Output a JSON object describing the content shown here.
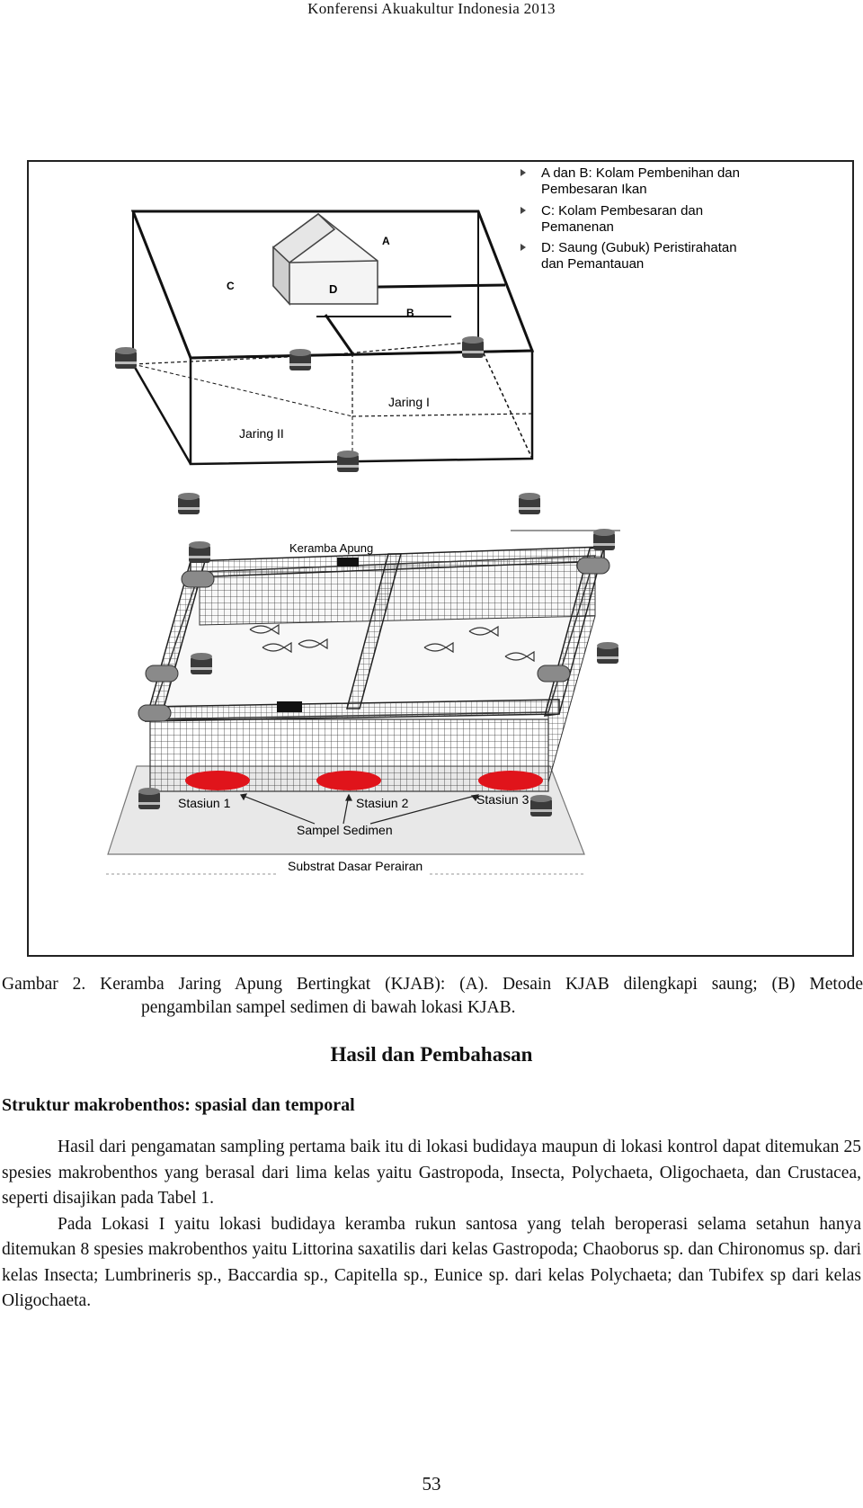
{
  "header": {
    "running_title": "Konferensi Akuakultur Indonesia 2013"
  },
  "figure": {
    "legend": [
      {
        "line1": "A dan B: Kolam Pembenihan dan",
        "line2": "Pembesaran Ikan"
      },
      {
        "line1": "C: Kolam Pembesaran dan",
        "line2": "Pemanenan"
      },
      {
        "line1": "D: Saung (Gubuk) Peristirahatan",
        "line2": "dan Pemantauan"
      }
    ],
    "labels": {
      "a": "A",
      "b": "B",
      "c": "C",
      "d": "D",
      "jaring_1": "Jaring I",
      "jaring_2": "Jaring II",
      "keramba_apung": "Keramba Apung",
      "stasiun_1": "Stasiun 1",
      "stasiun_2": "Stasiun 2",
      "stasiun_3": "Stasiun 3",
      "sampel_sedimen": "Sampel Sedimen",
      "substrat": "Substrat Dasar Perairan"
    },
    "colors": {
      "station_marker": "#e0141b"
    }
  },
  "caption": {
    "line1": "Gambar 2. Keramba Jaring Apung Bertingkat (KJAB): (A). Desain KJAB dilengkapi saung; (B) Metode",
    "line2": "pengambilan sampel sedimen di bawah lokasi KJAB."
  },
  "section_title": "Hasil dan Pembahasan",
  "subsection_title": "Struktur makrobenthos: spasial dan temporal",
  "paragraphs": [
    "Hasil dari pengamatan sampling pertama baik itu di lokasi budidaya maupun di lokasi kontrol dapat ditemukan 25 spesies makrobenthos yang berasal dari lima kelas yaitu Gastropoda, Insecta, Polychaeta, Oligochaeta, dan Crustacea, seperti disajikan pada Tabel 1.",
    "Pada Lokasi I yaitu lokasi budidaya keramba rukun santosa yang telah beroperasi selama setahun hanya ditemukan 8 spesies makrobenthos yaitu Littorina saxatilis dari kelas Gastropoda; Chaoborus sp. dan Chironomus sp. dari kelas Insecta; Lumbrineris sp., Baccardia sp., Capitella sp., Eunice sp. dari kelas Polychaeta; dan Tubifex sp dari kelas Oligochaeta."
  ],
  "page_number": "53"
}
